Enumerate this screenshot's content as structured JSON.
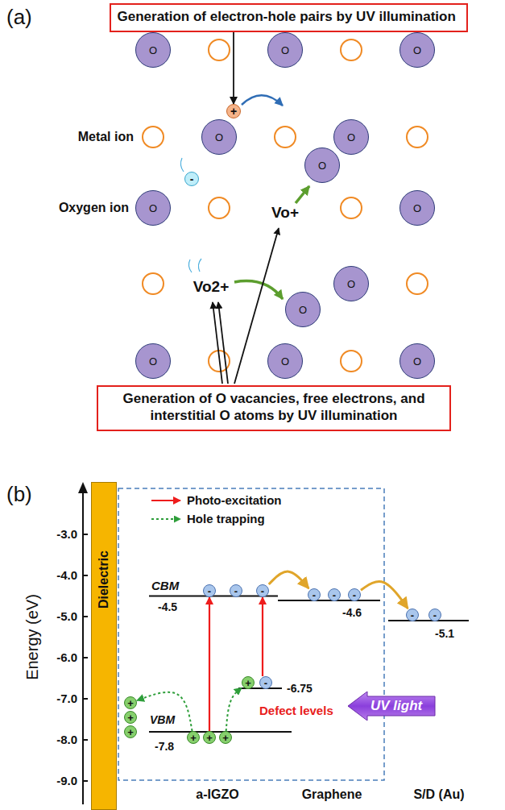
{
  "diagram": {
    "nodes": [
      {
        "text": [
          "Generation of electron-hole pairs by UV illumination"
        ]
      },
      {
        "text": [
          "O"
        ]
      },
      {
        "text": [
          "O"
        ]
      },
      {
        "text": [
          "O"
        ]
      },
      {
        "text": [
          "+"
        ]
      },
      {
        "text": [
          "O"
        ]
      },
      {
        "text": [
          "O"
        ]
      },
      {
        "text": [
          "O"
        ]
      },
      {
        "text": [
          "-"
        ]
      },
      {
        "text": [
          "O"
        ]
      },
      {
        "text": [
          "O"
        ]
      },
      {
        "text": [
          "O"
        ]
      },
      {
        "text": [
          "O"
        ]
      },
      {
        "text": [
          "O"
        ]
      },
      {
        "text": [
          "O"
        ]
      },
      {
        "text": [
          "O"
        ]
      },
      {
        "text": [
          "Generation of O vacancies, free electrons, and interstitial O atoms by UV illumination"
        ]
      },
      {
        "text": [
          "Dielectric"
        ]
      },
      {
        "text": [
          "-"
        ]
      },
      {
        "text": [
          "-"
        ]
      },
      {
        "text": [
          "-"
        ]
      },
      {
        "text": [
          "-"
        ]
      },
      {
        "text": [
          "-"
        ]
      },
      {
        "text": [
          "-"
        ]
      },
      {
        "text": [
          "-"
        ]
      },
      {
        "text": [
          "-"
        ]
      },
      {
        "text": [
          "+"
        ]
      },
      {
        "text": [
          "-"
        ]
      },
      {
        "text": [
          "+"
        ]
      },
      {
        "text": [
          "+"
        ]
      },
      {
        "text": [
          "+"
        ]
      },
      {
        "text": [
          "UV light"
        ]
      },
      {
        "text": [
          "+"
        ]
      },
      {
        "text": [
          "+"
        ]
      },
      {
        "text": [
          "+"
        ]
      }
    ],
    "edges": [
      {
        "from": 0,
        "to": 4,
        "arrow": "to"
      },
      {
        "from": 33,
        "to": 18,
        "arrow": "to"
      },
      {
        "from": 27,
        "to": 20,
        "arrow": "to"
      },
      {
        "from": 34,
        "to": 26,
        "arrow": "to"
      },
      {
        "from": 32,
        "to": 28,
        "arrow": "to"
      },
      {
        "from": 20,
        "to": 21,
        "arrow": "to"
      },
      {
        "from": 23,
        "to": 24,
        "arrow": "to"
      }
    ],
    "labels": [
      "(a)",
      "Metal ion",
      "Oxygen ion",
      "Vo+",
      "Vo2+",
      "(b)",
      "Energy (eV)",
      "-3.0",
      "-4.0",
      "-5.0",
      "-6.0",
      "-7.0",
      "-8.0",
      "-9.0",
      "CBM",
      "-4.5",
      "VBM",
      "-7.8",
      "-6.75",
      "Defect levels",
      "-4.6",
      "-5.1",
      "a-IGZO",
      "Graphene",
      "S/D (Au)"
    ],
    "legend": [
      {
        "text": "Photo-excitation"
      },
      {
        "text": "Hole trapping"
      }
    ]
  }
}
